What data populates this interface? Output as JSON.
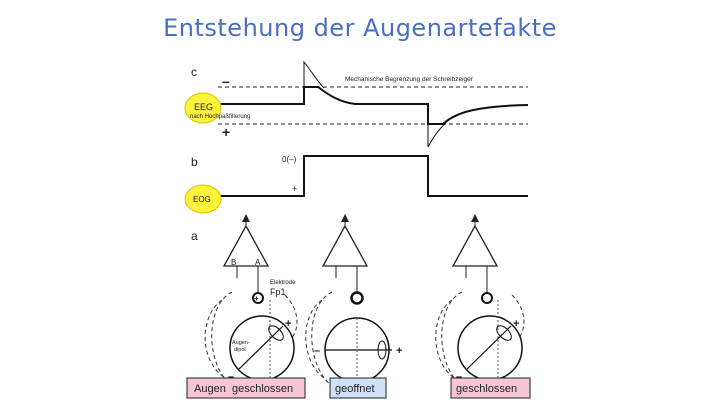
{
  "title": "Entstehung der Augenartefakte",
  "panel_c": {
    "label": "c",
    "minus": "–",
    "plus": "+",
    "limit_text": "Mechanische Begrenzung der Schreibzeiger",
    "eeg_badge": "EEG",
    "eeg_sub": "nach Hochpaßfilterung"
  },
  "panel_b": {
    "label": "b",
    "zero_label": "0(–)",
    "plus": "+",
    "eog_badge": "EOG"
  },
  "panel_a": {
    "label": "a",
    "amp_B": "B",
    "amp_A": "A",
    "electrode_text": "Elektrode",
    "fp1": "Fp1",
    "eye_text_1": "Augen-",
    "eye_text_2": "dipol",
    "plus": "+",
    "minus": "–"
  },
  "states": {
    "closed_1_word1": "Augen",
    "closed_1_word2": "geschlossen",
    "open": "geoffnet",
    "closed_2": "geschlossen"
  },
  "colors": {
    "title": "#4a6fc0",
    "badge_fill": "#fff23a",
    "pink_box": "#f7c6d6",
    "blue_box": "#cfe0f7"
  }
}
